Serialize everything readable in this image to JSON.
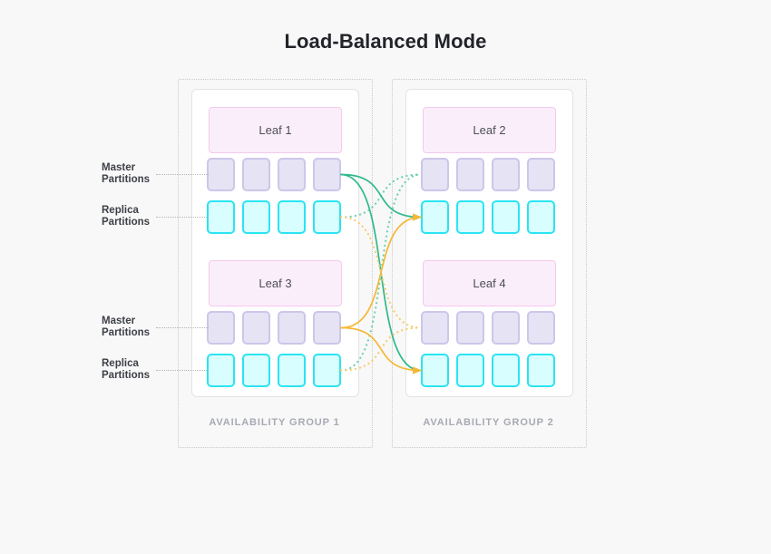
{
  "page": {
    "title": "Load-Balanced Mode",
    "background_color": "#f8f8f8"
  },
  "colors": {
    "title_text": "#222429",
    "leaf_fill": "#fbeefb",
    "leaf_border": "#f4c9ee",
    "leaf_text": "#4c4f59",
    "master_fill": "#e6e3f4",
    "master_border": "#cdc6ea",
    "replica_fill": "#d8feff",
    "replica_border": "#2ae4f3",
    "card_bg": "#ffffff",
    "card_border": "#e3e3e3",
    "group_frame": "#c9c9c9",
    "group_label": "#a7a9b4",
    "label_text": "#3d4047",
    "leader_line": "#b4b4b4",
    "wire_green": "#2fb98a",
    "wire_green_dotted": "#69d3ad",
    "wire_orange": "#f5b835",
    "wire_orange_dotted": "#f8cb6d"
  },
  "availability_groups": [
    {
      "id": "ag1",
      "label": "AVAILABILITY GROUP 1",
      "leaves": [
        {
          "id": "leaf1",
          "name": "Leaf 1",
          "master_label": "Master\nPartitions",
          "master_label_line1": "Master",
          "master_label_line2": "Partitions",
          "replica_label_line1": "Replica",
          "replica_label_line2": "Partitions",
          "master_partitions": 4,
          "replica_partitions": 4
        },
        {
          "id": "leaf3",
          "name": "Leaf 3",
          "master_label_line1": "Master",
          "master_label_line2": "Partitions",
          "replica_label_line1": "Replica",
          "replica_label_line2": "Partitions",
          "master_partitions": 4,
          "replica_partitions": 4
        }
      ]
    },
    {
      "id": "ag2",
      "label": "AVAILABILITY GROUP 2",
      "leaves": [
        {
          "id": "leaf2",
          "name": "Leaf 2",
          "master_partitions": 4,
          "replica_partitions": 4
        },
        {
          "id": "leaf4",
          "name": "Leaf 4",
          "master_partitions": 4,
          "replica_partitions": 4
        }
      ]
    }
  ],
  "labels": {
    "top_master_line1": "Master",
    "top_master_line2": "Partitions",
    "top_replica_line1": "Replica",
    "top_replica_line2": "Partitions",
    "bottom_master_line1": "Master",
    "bottom_master_line2": "Partitions",
    "bottom_replica_line1": "Replica",
    "bottom_replica_line2": "Partitions"
  },
  "connections": [
    {
      "id": "c1",
      "from": "leaf1-master",
      "to": "leaf4-replica",
      "color": "#2fb98a",
      "style": "solid",
      "arrow": true
    },
    {
      "id": "c2",
      "from": "leaf1-replica",
      "to": "leaf2-master",
      "color": "#69d3ad",
      "style": "dotted",
      "arrow": false
    },
    {
      "id": "c3",
      "from": "leaf1-master",
      "to": "leaf2-replica",
      "color": "#2fb98a",
      "style": "solid",
      "arrow": true
    },
    {
      "id": "c4",
      "from": "leaf3-replica",
      "to": "leaf2-master",
      "color": "#69d3ad",
      "style": "dotted",
      "arrow": false
    },
    {
      "id": "c5",
      "from": "leaf3-master",
      "to": "leaf2-replica",
      "color": "#f5b835",
      "style": "solid",
      "arrow": true
    },
    {
      "id": "c6",
      "from": "leaf3-master",
      "to": "leaf4-replica",
      "color": "#f5b835",
      "style": "solid",
      "arrow": true
    },
    {
      "id": "c7",
      "from": "leaf1-replica",
      "to": "leaf4-master",
      "color": "#f8cb6d",
      "style": "dotted",
      "arrow": false
    },
    {
      "id": "c8",
      "from": "leaf3-replica",
      "to": "leaf4-master",
      "color": "#f8cb6d",
      "style": "dotted",
      "arrow": false
    }
  ]
}
